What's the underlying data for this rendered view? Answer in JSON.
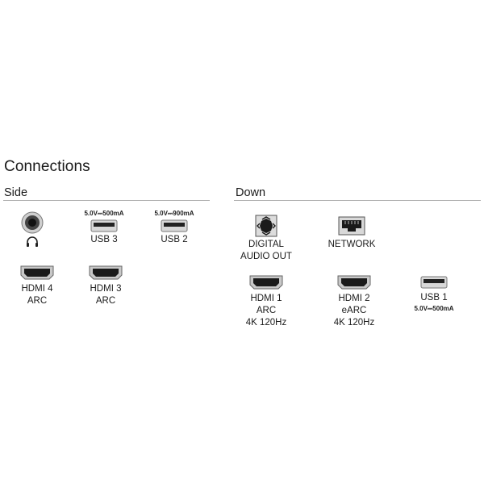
{
  "title": "Connections",
  "side": {
    "heading": "Side",
    "headphone": {
      "icon": "headphones-icon"
    },
    "usb3": {
      "spec": "5.0V⎓500mA",
      "label": "USB 3"
    },
    "usb2": {
      "spec": "5.0V⎓900mA",
      "label": "USB 2"
    },
    "hdmi4": {
      "line1": "HDMI 4",
      "line2": "ARC"
    },
    "hdmi3": {
      "line1": "HDMI 3",
      "line2": "ARC"
    }
  },
  "down": {
    "heading": "Down",
    "digital_audio": {
      "line1": "DIGITAL",
      "line2": "AUDIO OUT"
    },
    "network": {
      "label": "NETWORK"
    },
    "hdmi1": {
      "line1": "HDMI 1",
      "line2": "ARC",
      "line3": "4K 120Hz"
    },
    "hdmi2": {
      "line1": "HDMI 2",
      "line2": "eARC",
      "line3": "4K 120Hz"
    },
    "usb1": {
      "label": "USB 1",
      "spec": "5.0V⎓500mA"
    }
  }
}
